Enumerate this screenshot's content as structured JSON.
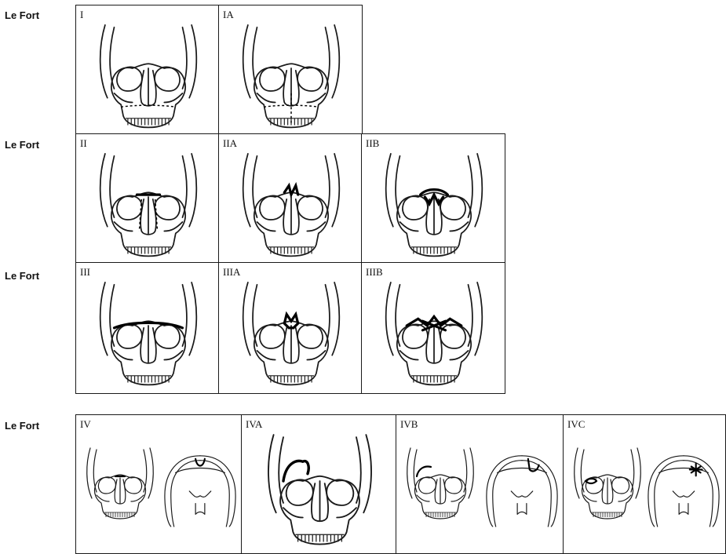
{
  "row_labels": [
    "Le Fort",
    "Le Fort",
    "Le Fort",
    "Le Fort"
  ],
  "panels": {
    "i": "I",
    "ia": "IA",
    "ii": "II",
    "iia": "IIA",
    "iib": "IIB",
    "iii": "III",
    "iiia": "IIIA",
    "iiib": "IIIB",
    "iv": "IV",
    "iva": "IVA",
    "ivb": "IVB",
    "ivc": "IVC"
  }
}
